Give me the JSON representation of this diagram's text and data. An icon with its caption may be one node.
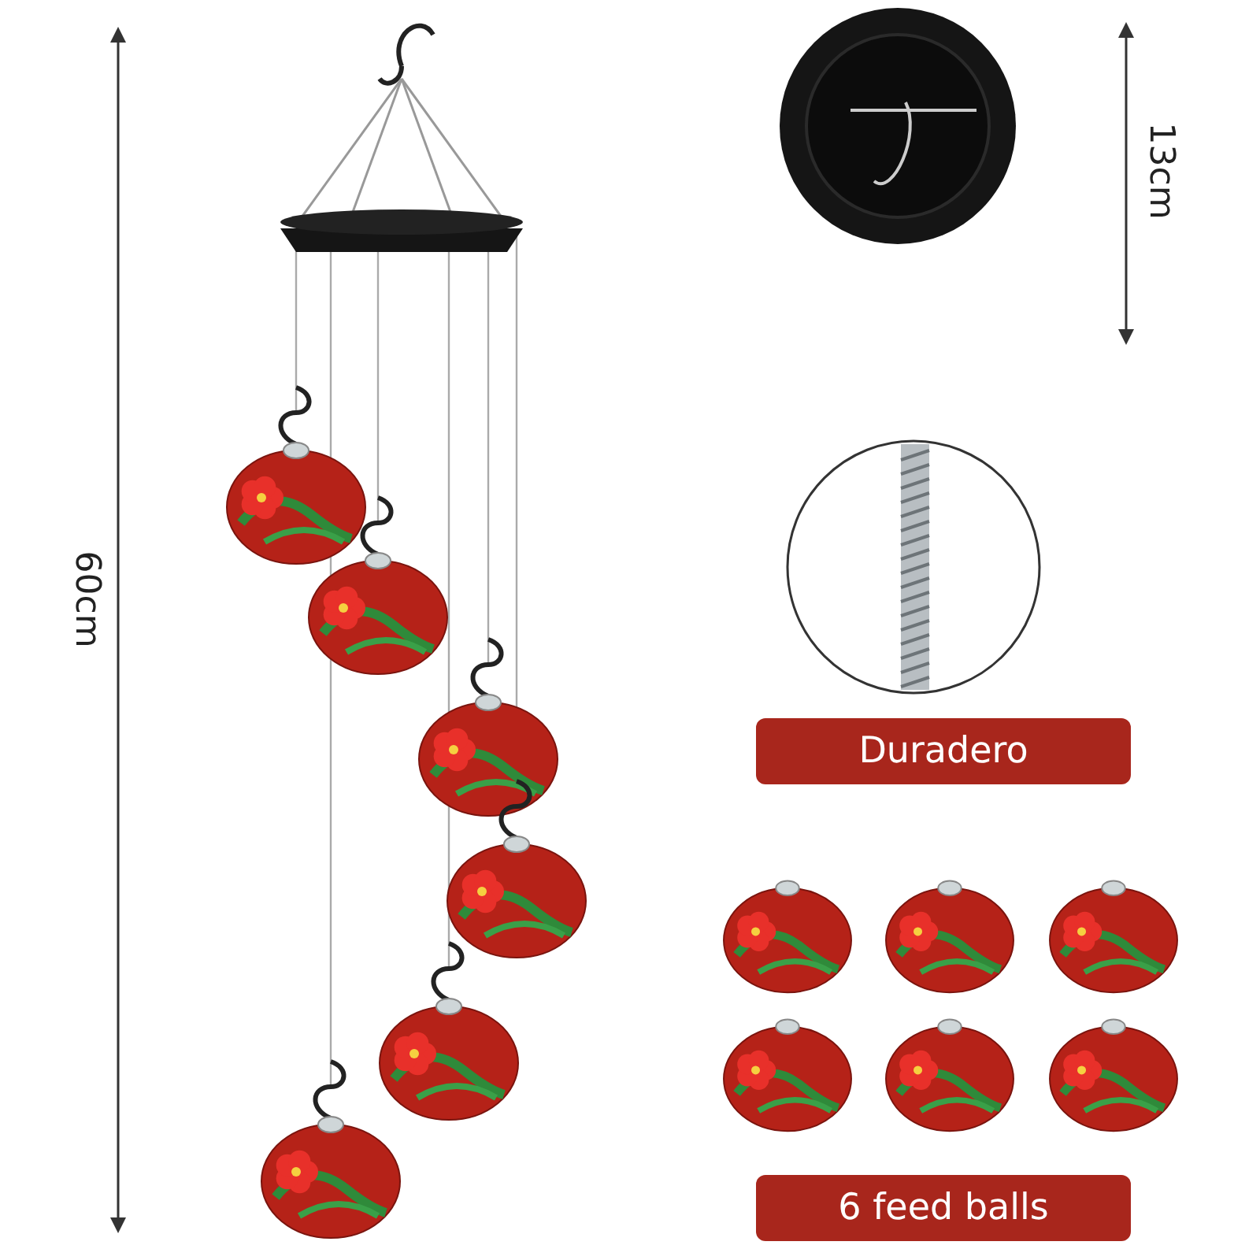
{
  "diagram": {
    "labels": [
      "60cm",
      "13cm",
      "Duradero",
      "6 feed balls"
    ]
  }
}
